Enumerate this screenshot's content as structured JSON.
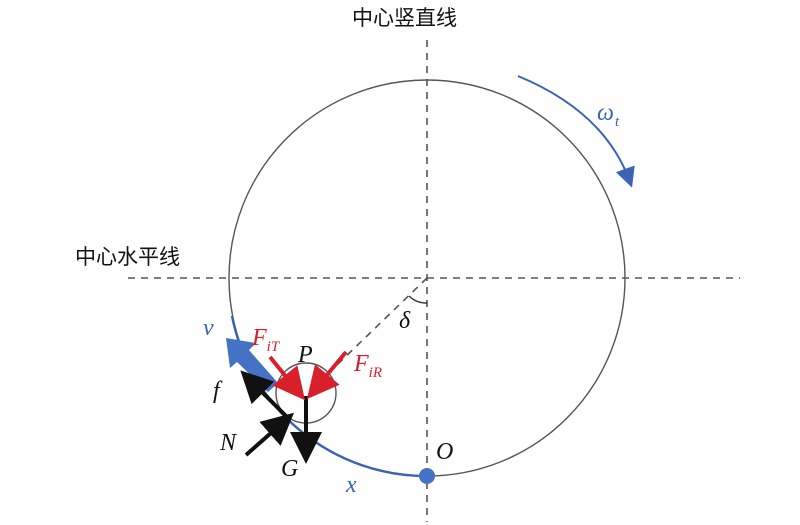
{
  "labels": {
    "vertical_line": "中心竖直线",
    "horizontal_line": "中心水平线",
    "omega": "ω",
    "omega_sub": "t",
    "delta": "δ",
    "v": "v",
    "f": "f",
    "N": "N",
    "G": "G",
    "P": "P",
    "O": "O",
    "x": "x",
    "F": "F",
    "F_iT_sub_i": "i",
    "F_iT_sub": "T",
    "F_iR_sub_i": "i",
    "F_iR_sub": "R"
  },
  "colors": {
    "line": "#555555",
    "blue": "#3a62b5",
    "blue_fill": "#4472c4",
    "red": "#d9202a",
    "black": "#111111"
  }
}
